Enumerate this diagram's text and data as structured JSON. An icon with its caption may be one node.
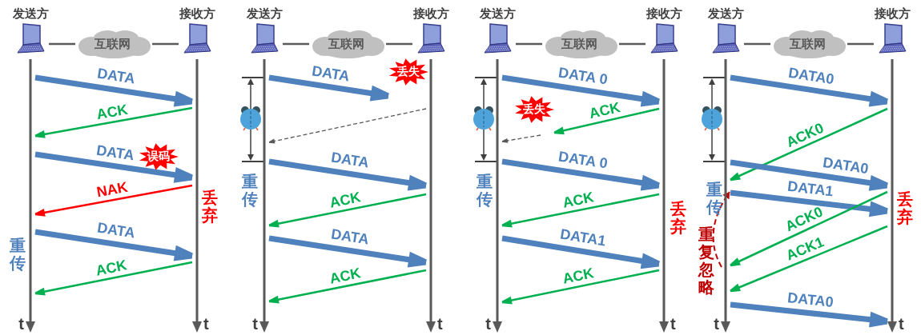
{
  "diagram": {
    "nodes": [
      {
        "text": [
          "发送方"
        ]
      },
      {
        "text": [
          "互联网"
        ]
      },
      {
        "text": [
          "接收方"
        ]
      },
      {
        "text": [
          "t"
        ]
      },
      {
        "text": [
          "t"
        ]
      },
      {
        "text": [
          "误码"
        ]
      },
      {
        "text": [
          "发送方"
        ]
      },
      {
        "text": [
          "互联网"
        ]
      },
      {
        "text": [
          "接收方"
        ]
      },
      {
        "text": [
          "t"
        ]
      },
      {
        "text": [
          "t"
        ]
      },
      {
        "text": [
          "丢失"
        ]
      },
      {
        "text": [
          "发送方"
        ]
      },
      {
        "text": [
          "互联网"
        ]
      },
      {
        "text": [
          "接收方"
        ]
      },
      {
        "text": [
          "t"
        ]
      },
      {
        "text": [
          "t"
        ]
      },
      {
        "text": [
          "丢失"
        ]
      },
      {
        "text": [
          "发送方"
        ]
      },
      {
        "text": [
          "互联网"
        ]
      },
      {
        "text": [
          "接收方"
        ]
      },
      {
        "text": [
          "t"
        ]
      },
      {
        "text": [
          "t"
        ]
      }
    ],
    "edges": [
      {
        "from": 0,
        "to": 1,
        "arrow": "none",
        "color": "#595959"
      },
      {
        "from": 1,
        "to": 2,
        "arrow": "none",
        "color": "#595959"
      },
      {
        "from": 3,
        "to": 4,
        "arrow": "to",
        "label": "DATA",
        "style": "thick"
      },
      {
        "from": 4,
        "to": 3,
        "arrow": "to",
        "label": "ACK",
        "color": "#00b050"
      },
      {
        "from": 3,
        "to": 4,
        "arrow": "to",
        "label": "DATA",
        "style": "thick"
      },
      {
        "from": 4,
        "to": 3,
        "arrow": "to",
        "label": "NAK",
        "color": "#ff0000"
      },
      {
        "from": 3,
        "to": 4,
        "arrow": "to",
        "label": "DATA",
        "style": "thick"
      },
      {
        "from": 4,
        "to": 3,
        "arrow": "to",
        "label": "ACK",
        "color": "#00b050"
      },
      {
        "from": 6,
        "to": 7,
        "arrow": "none",
        "color": "#595959"
      },
      {
        "from": 7,
        "to": 8,
        "arrow": "none",
        "color": "#595959"
      },
      {
        "from": 9,
        "to": 11,
        "arrow": "to",
        "label": "DATA",
        "style": "thick"
      },
      {
        "from": 10,
        "to": 9,
        "arrow": "to",
        "style": "dashed",
        "color": "#595959"
      },
      {
        "from": 9,
        "to": 10,
        "arrow": "to",
        "label": "DATA",
        "style": "thick"
      },
      {
        "from": 10,
        "to": 9,
        "arrow": "to",
        "label": "ACK",
        "color": "#00b050"
      },
      {
        "from": 9,
        "to": 10,
        "arrow": "to",
        "label": "DATA",
        "style": "thick"
      },
      {
        "from": 10,
        "to": 9,
        "arrow": "to",
        "label": "ACK",
        "color": "#00b050"
      },
      {
        "from": 12,
        "to": 13,
        "arrow": "none",
        "color": "#595959"
      },
      {
        "from": 13,
        "to": 14,
        "arrow": "none",
        "color": "#595959"
      },
      {
        "from": 15,
        "to": 16,
        "arrow": "to",
        "label": "DATA 0",
        "style": "thick"
      },
      {
        "from": 16,
        "to": 17,
        "arrow": "to",
        "label": "ACK",
        "color": "#00b050"
      },
      {
        "from": null,
        "to": 15,
        "arrow": "to",
        "style": "dashed",
        "color": "#595959"
      },
      {
        "from": 15,
        "to": 16,
        "arrow": "to",
        "label": "DATA 0",
        "style": "thick"
      },
      {
        "from": 16,
        "to": 15,
        "arrow": "to",
        "label": "ACK",
        "color": "#00b050"
      },
      {
        "from": 15,
        "to": 16,
        "arrow": "to",
        "label": "DATA1",
        "style": "thick"
      },
      {
        "from": 16,
        "to": 15,
        "arrow": "to",
        "label": "ACK",
        "color": "#00b050"
      },
      {
        "from": 18,
        "to": 19,
        "arrow": "none",
        "color": "#595959"
      },
      {
        "from": 19,
        "to": 20,
        "arrow": "none",
        "color": "#595959"
      },
      {
        "from": 21,
        "to": 22,
        "arrow": "to",
        "label": "DATA0",
        "style": "thick"
      },
      {
        "from": 22,
        "to": 21,
        "arrow": "to",
        "label": "ACK0",
        "color": "#00b050"
      },
      {
        "from": 21,
        "to": 22,
        "arrow": "to",
        "label": "DATA0",
        "style": "thick"
      },
      {
        "from": 21,
        "to": 22,
        "arrow": "to",
        "label": "DATA1",
        "style": "thick"
      },
      {
        "from": 22,
        "to": 21,
        "arrow": "to",
        "label": "ACK0",
        "color": "#00b050"
      },
      {
        "from": 22,
        "to": 21,
        "arrow": "to",
        "label": "ACK1",
        "color": "#00b050"
      },
      {
        "from": 21,
        "to": 22,
        "arrow": "to",
        "label": "DATA0",
        "style": "thick"
      }
    ],
    "labels": [
      "丢弃",
      "重传",
      "重传",
      "重传",
      "丢弃",
      "重传",
      "丢弃",
      "重复忽略"
    ]
  }
}
